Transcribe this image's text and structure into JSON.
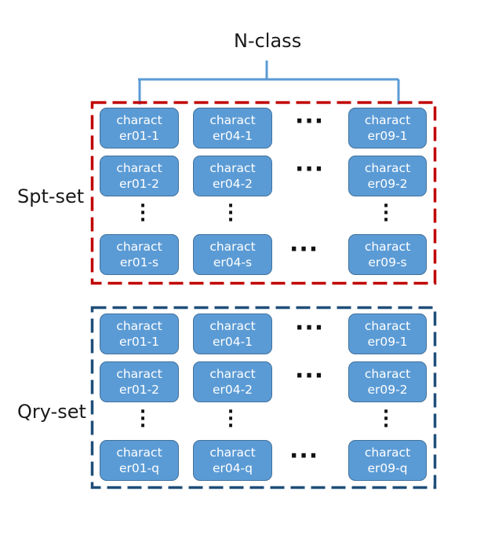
{
  "header": {
    "title": "N-class"
  },
  "sets": [
    {
      "label": "Spt-set",
      "color": "#c00000",
      "rows": [
        [
          "charact\ner01-1",
          "charact\ner04-1",
          "charact\ner09-1"
        ],
        [
          "charact\ner01-2",
          "charact\ner04-2",
          "charact\ner09-2"
        ],
        [
          "charact\ner01-s",
          "charact\ner04-s",
          "charact\ner09-s"
        ]
      ]
    },
    {
      "label": "Qry-set",
      "color": "#1f4e79",
      "rows": [
        [
          "charact\ner01-1",
          "charact\ner04-1",
          "charact\ner09-1"
        ],
        [
          "charact\ner01-2",
          "charact\ner04-2",
          "charact\ner09-2"
        ],
        [
          "charact\ner01-q",
          "charact\ner04-q",
          "charact\ner09-q"
        ]
      ]
    }
  ],
  "colors": {
    "node_fill": "#5b9bd5",
    "node_border": "#41719c",
    "bracket": "#5b9bd5"
  }
}
